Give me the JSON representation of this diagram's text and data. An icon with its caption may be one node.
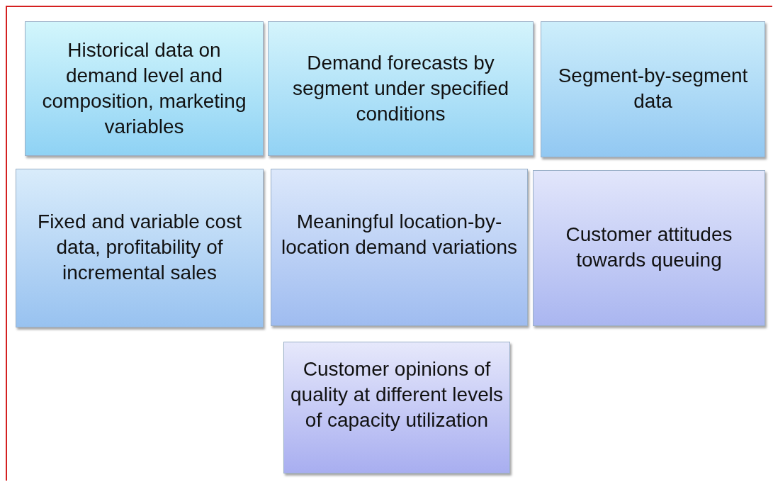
{
  "diagram": {
    "nodes": [
      {
        "text": [
          "Historical data on demand level and composition, marketing variables"
        ]
      },
      {
        "text": [
          "Demand forecasts by segment under specified conditions"
        ]
      },
      {
        "text": [
          "Segment-by-segment data"
        ]
      },
      {
        "text": [
          "Fixed and variable cost data, profitability of incremental sales"
        ]
      },
      {
        "text": [
          "Meaningful location-by-location demand variations"
        ]
      },
      {
        "text": [
          "Customer attitudes towards queuing"
        ]
      },
      {
        "text": [
          "Customer opinions of quality at different levels of capacity utilization"
        ]
      }
    ]
  }
}
